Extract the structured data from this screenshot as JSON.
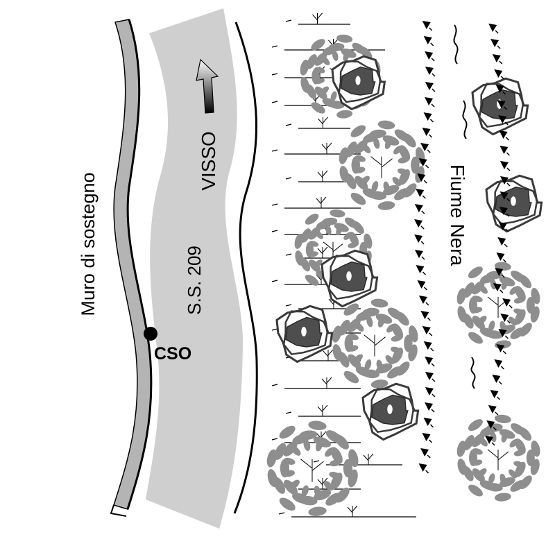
{
  "labels": {
    "wall": "Muro di sostegno",
    "road": "S.S. 209",
    "direction": "VISSO",
    "point": "CSO",
    "river": "Fiume Nera"
  },
  "colors": {
    "road_fill": "#cfcfcf",
    "wall_fill": "#b4b4b4",
    "canopy_light": "#8e8e8e",
    "canopy_dark": "#4e4e4e",
    "ink": "#000000"
  }
}
